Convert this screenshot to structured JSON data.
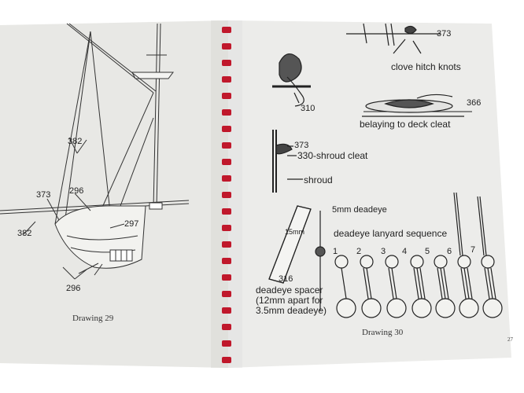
{
  "left_page": {
    "caption": "Drawing 29",
    "labels": {
      "rigging_382_upper": "382",
      "rigging_373": "373",
      "rigging_296_upper": "296",
      "rigging_297": "297",
      "rigging_382_lower": "382",
      "rigging_296_lower": "296"
    }
  },
  "right_page": {
    "caption": "Drawing 30",
    "page_number": "27",
    "labels": {
      "part_373_top": "373",
      "clove_hitch": "clove hitch knots",
      "part_366": "366",
      "belaying": "belaying to deck cleat",
      "part_310": "310",
      "part_373_mid": "373",
      "shroud_cleat": "330-shroud cleat",
      "shroud": "shroud",
      "deadeye_5mm": "5mm deadeye",
      "lanyard_sequence": "deadeye lanyard sequence",
      "spacer_15": "15mm",
      "part_316": "316",
      "spacer_text": "deadeye spacer\n(12mm apart for\n3.5mm deadeye)",
      "seq_1": "1",
      "seq_2": "2",
      "seq_3": "3",
      "seq_4": "4",
      "seq_5": "5",
      "seq_6": "6",
      "seq_7": "7"
    }
  },
  "colors": {
    "page": "#e9e9e6",
    "background": "#ffffff",
    "binding": "#c0182b",
    "ink": "#222222"
  }
}
